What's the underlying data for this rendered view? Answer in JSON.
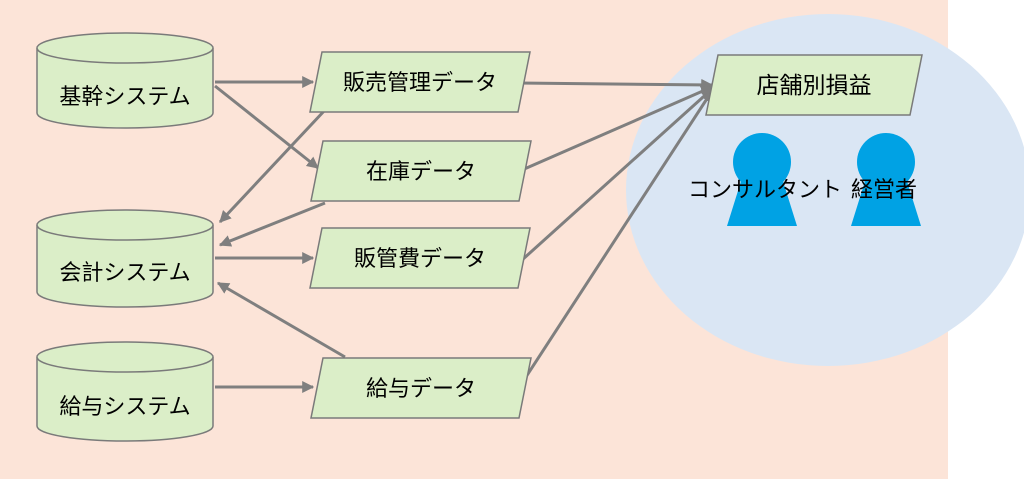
{
  "colors": {
    "panel_background": "#fce4d8",
    "bubble_fill": "#dae6f4",
    "shape_fill": "#dbeec8",
    "shape_stroke": "#7a7a7a",
    "arrow": "#7f7f7f",
    "person_icon": "#00a2e4"
  },
  "systems": {
    "kikan": "基幹システム",
    "kaikei": "会計システム",
    "kyuyo": "給与システム"
  },
  "data_items": {
    "hanbai_kanri": "販売管理データ",
    "zaiko": "在庫データ",
    "hankanhi": "販管費データ",
    "kyuyo": "給与データ"
  },
  "output": {
    "tenpo_soneki": "店舗別損益"
  },
  "users": {
    "consultant": "コンサルタント",
    "keieisha": "経営者"
  },
  "icons": [
    "database-cylinder-icon",
    "person-icon"
  ]
}
